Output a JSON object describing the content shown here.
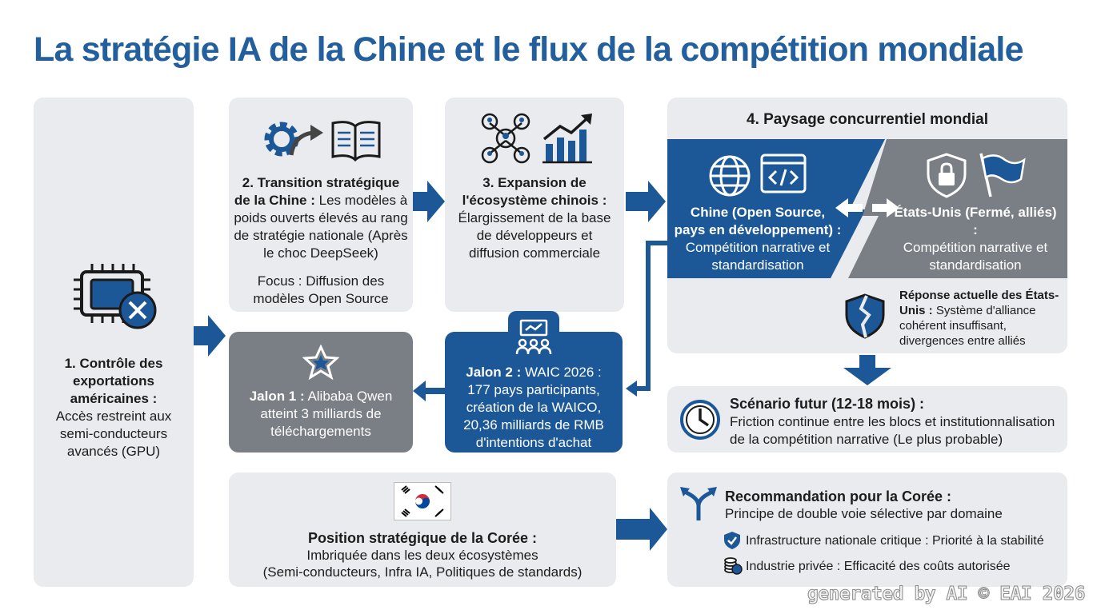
{
  "title": "La stratégie IA de la Chine et le flux de la compétition mondiale",
  "box1": {
    "heading": "1. Contrôle des exportations américaines :",
    "body": "Accès restreint aux semi-conducteurs avancés (GPU)"
  },
  "box2": {
    "heading": "2. Transition stratégique de la Chine :",
    "body": " Les modèles à poids ouverts élevés au rang de stratégie nationale (Après le choc DeepSeek)",
    "focus": "Focus : Diffusion des modèles Open Source"
  },
  "box3": {
    "heading": "3. Expansion de l'écosystème chinois :",
    "body": "Élargissement de la base de développeurs et diffusion commerciale"
  },
  "box4": {
    "heading": "4. Paysage concurrentiel mondial",
    "china_heading": "Chine (Open Source, pays en développement) :",
    "china_body": "Compétition narrative et standardisation",
    "us_heading": "États-Unis (Fermé, alliés) :",
    "us_body": "Compétition narrative et standardisation",
    "us_response_heading": "Réponse actuelle des États-Unis :",
    "us_response_body": " Système d'alliance cohérent insuffisant, divergences entre alliés"
  },
  "milestone1": {
    "label": "Jalon 1 :",
    "body": " Alibaba Qwen atteint 3 milliards de téléchargements"
  },
  "milestone2": {
    "label": "Jalon 2 :",
    "body": " WAIC 2026 : 177 pays participants, création de la WAICO, 20,36 milliards de RMB d'intentions d'achat"
  },
  "scenario": {
    "heading": "Scénario futur (12-18 mois) :",
    "body": "Friction continue entre les blocs et institutionnalisation de la compétition narrative (Le plus probable)"
  },
  "korea_position": {
    "heading": "Position stratégique de la Corée :",
    "line1": "Imbriquée dans les deux écosystèmes",
    "line2": "(Semi-conducteurs, Infra IA, Politiques de standards)"
  },
  "recommendation": {
    "heading": "Recommandation pour la Corée :",
    "body": "Principe de double voie sélective par domaine",
    "item1": "Infrastructure nationale critique : Priorité à la stabilité",
    "item2": "Industrie privée : Efficacité des coûts autorisée"
  },
  "watermark": "generated by AI © EAI 2026",
  "colors": {
    "title": "#235f9c",
    "blue": "#1c5898",
    "gray": "#7a7e85",
    "panel": "#e9ebee"
  }
}
